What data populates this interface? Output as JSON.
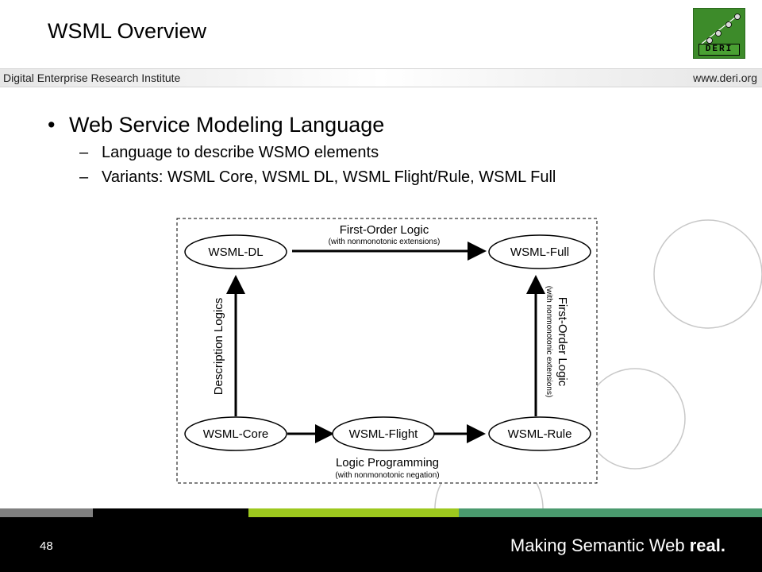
{
  "header": {
    "title": "WSML Overview",
    "institute": "Digital Enterprise Research Institute",
    "website": "www.deri.org",
    "logo_text": "DERI"
  },
  "content": {
    "main_bullet": "Web Service Modeling Language",
    "sub_bullets": [
      "Language to describe WSMO elements",
      "Variants: WSML Core, WSML DL, WSML Flight/Rule, WSML Full"
    ]
  },
  "diagram": {
    "nodes": {
      "dl": "WSML-DL",
      "full": "WSML-Full",
      "core": "WSML-Core",
      "flight": "WSML-Flight",
      "rule": "WSML-Rule"
    },
    "edges": {
      "top_title": "First-Order Logic",
      "top_sub": "(with nonmonotonic extensions)",
      "left_title": "Description Logics",
      "right_title": "First-Order Logic",
      "right_sub": "(with nonmonotonic extensions)",
      "bottom_title": "Logic Programming",
      "bottom_sub": "(with nonmonotonic negation)"
    }
  },
  "footer": {
    "page_number": "48",
    "slogan_text": "Making Semantic Web ",
    "slogan_bold": "real."
  },
  "colors": {
    "deri_green": "#3d8b2a",
    "footer_gray": "#7f7f7f",
    "footer_lime": "#9dc81e",
    "footer_teal": "#4a9a6e",
    "footer_black": "#000000"
  }
}
